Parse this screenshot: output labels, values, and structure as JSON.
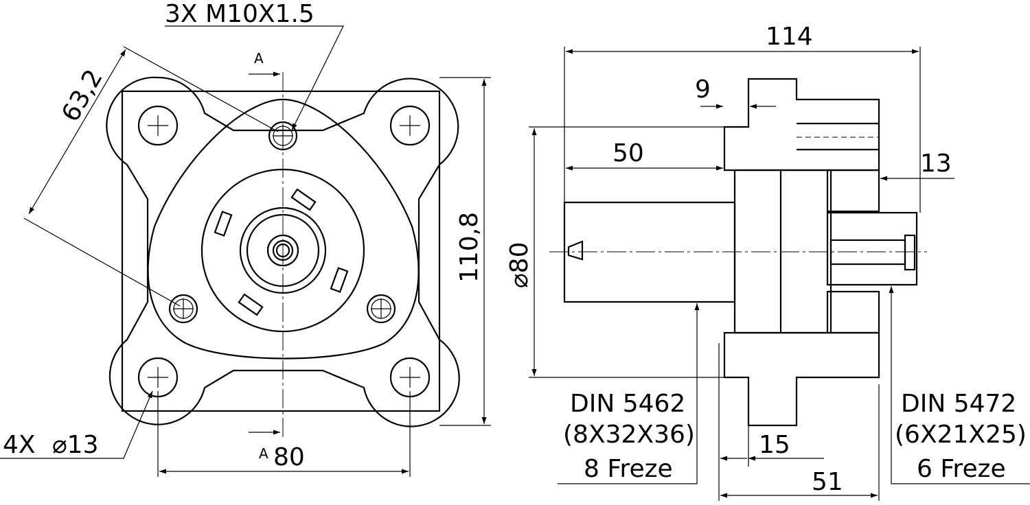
{
  "front_view": {
    "thread_callout": "3X M10X1.5",
    "section_mark_top": "A",
    "section_mark_bottom": "A",
    "dim_diagonal": "63,2",
    "dim_height": "110,8",
    "dim_width": "80",
    "hole_count": "4X",
    "hole_diameter": "⌀13"
  },
  "section_view": {
    "dim_overall_length": "114",
    "dim_flange_step": "9",
    "dim_shaft_length": "50",
    "dim_rear_offset": "13",
    "dim_diameter": "⌀80",
    "dim_flange_width": "15",
    "dim_body_length": "51",
    "left_spline": {
      "standard": "DIN 5462",
      "size": "(8X32X36)",
      "teeth": "8 Freze"
    },
    "right_spline": {
      "standard": "DIN 5472",
      "size": "(6X21X25)",
      "teeth": "6 Freze"
    }
  }
}
